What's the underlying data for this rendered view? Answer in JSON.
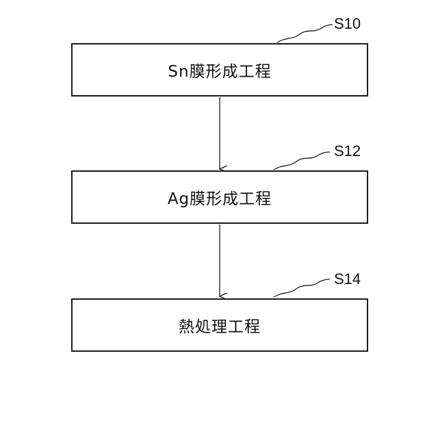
{
  "flowchart": {
    "steps": [
      {
        "ref": "S10",
        "label": "Sn膜形成工程"
      },
      {
        "ref": "S12",
        "label": "Ag膜形成工程"
      },
      {
        "ref": "S14",
        "label": "熱処理工程"
      }
    ]
  }
}
